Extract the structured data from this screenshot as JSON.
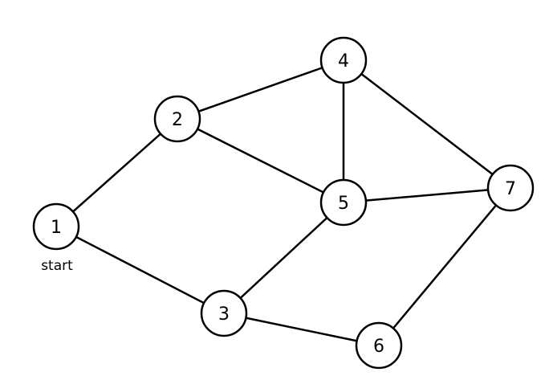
{
  "graph": {
    "nodes": [
      {
        "id": "1",
        "label": "1"
      },
      {
        "id": "2",
        "label": "2"
      },
      {
        "id": "3",
        "label": "3"
      },
      {
        "id": "4",
        "label": "4"
      },
      {
        "id": "5",
        "label": "5"
      },
      {
        "id": "6",
        "label": "6"
      },
      {
        "id": "7",
        "label": "7"
      }
    ],
    "edges": [
      [
        "1",
        "2"
      ],
      [
        "1",
        "3"
      ],
      [
        "2",
        "4"
      ],
      [
        "2",
        "5"
      ],
      [
        "3",
        "5"
      ],
      [
        "3",
        "6"
      ],
      [
        "4",
        "5"
      ],
      [
        "4",
        "7"
      ],
      [
        "5",
        "7"
      ],
      [
        "6",
        "7"
      ]
    ],
    "start_label": "start",
    "colors": {
      "stroke": "#000000",
      "fill": "#ffffff"
    }
  }
}
